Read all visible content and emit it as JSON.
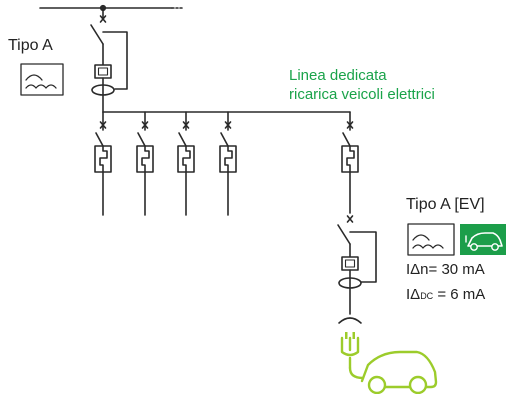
{
  "labels": {
    "left_device_type": "Tipo A",
    "dedicated_line_1": "Linea dedicata",
    "dedicated_line_2": "ricarica veicoli elettrici",
    "ev_device_type": "Tipo A [EV]",
    "rated_residual_current": "IΔn= 30 mA",
    "dc_residual_prefix": "IΔ",
    "dc_residual_sub": "DC",
    "dc_residual_suffix": " = 6 mA"
  },
  "icons": {
    "left_rcd_symbol": "ac-pulsating-wave-icon",
    "ev_rcd_symbol": "ac-pulsating-wave-icon",
    "ev_badge": "electric-car-icon",
    "ev_load": "car-with-plug-icon"
  },
  "colors": {
    "line": "#2a2a2a",
    "green_text": "#1aa34a",
    "ev_badge_bg": "#1c9e4a",
    "ev_car": "#9ccc2b"
  }
}
